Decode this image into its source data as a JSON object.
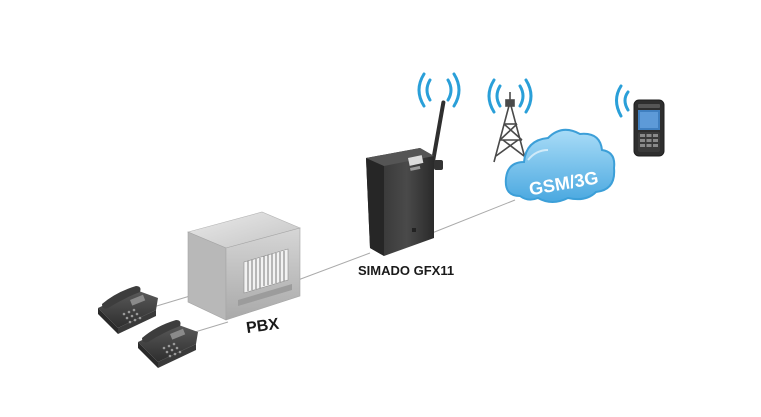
{
  "labels": {
    "pbx": "PBX",
    "device": "SIMADO GFX11",
    "network": "GSM/3G"
  },
  "colors": {
    "wave": "#2a9fd8",
    "cloud": "#7cc8f0",
    "cloud_dark": "#3c9fd8",
    "line": "#aaaaaa",
    "pbx_box": "#c9c9c9",
    "device_body": "#3b3b3b",
    "phone_body": "#4a4a4a"
  },
  "icons": {
    "desk_phone_1": "desk-phone-icon",
    "desk_phone_2": "desk-phone-icon",
    "pbx": "pbx-cabinet-icon",
    "gateway": "gsm-gateway-icon",
    "tower": "cell-tower-icon",
    "cloud": "cloud-icon",
    "mobile": "mobile-phone-icon"
  }
}
